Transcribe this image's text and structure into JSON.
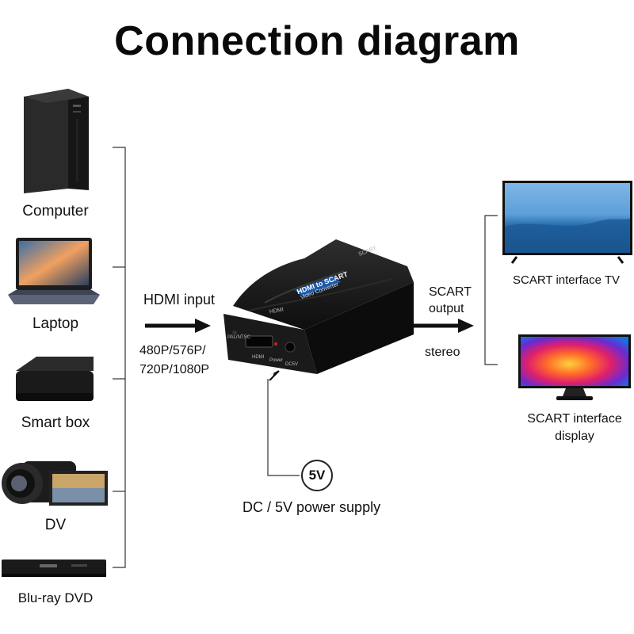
{
  "title": "Connection diagram",
  "sources": [
    {
      "label": "Computer",
      "icon": "computer-tower-icon"
    },
    {
      "label": "Laptop",
      "icon": "laptop-icon"
    },
    {
      "label": "Smart box",
      "icon": "smart-box-icon"
    },
    {
      "label": "DV",
      "icon": "camcorder-icon"
    },
    {
      "label": "Blu-ray DVD",
      "icon": "bluray-player-icon"
    }
  ],
  "input": {
    "label": "HDMI input",
    "resolutions_line1": "480P/576P/",
    "resolutions_line2": "720P/1080P"
  },
  "converter": {
    "top_label": "HDMI to SCART",
    "sub_label": "Video Converter",
    "port_hdmi": "HDMI",
    "port_power": "Power",
    "port_pal": "PAL/NTSC",
    "port_dc": "DC5V",
    "side_label": "SCART",
    "top_port_label": "HDMI"
  },
  "output": {
    "label_line1": "SCART",
    "label_line2": "output",
    "audio": "stereo"
  },
  "power": {
    "badge": "5V",
    "label": "DC / 5V power supply"
  },
  "destinations": [
    {
      "label_line1": "SCART interface TV",
      "label_line2": "",
      "icon": "tv-icon"
    },
    {
      "label_line1": "SCART interface",
      "label_line2": "display",
      "icon": "monitor-icon"
    }
  ],
  "colors": {
    "title": "#0a0a0a",
    "device": "#141414",
    "line": "#333333",
    "accent": "#1e5aa8"
  }
}
